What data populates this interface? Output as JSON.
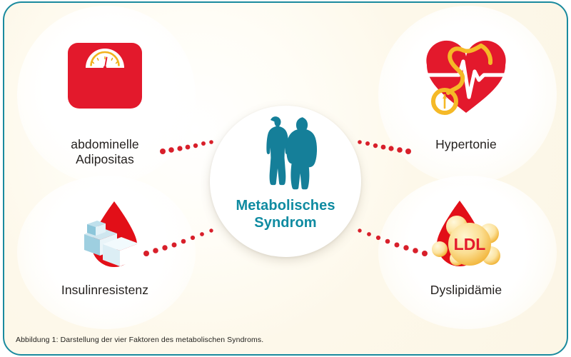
{
  "figure": {
    "caption": "Abbildung 1: Darstellung der vier Faktoren des metabolischen Syndroms."
  },
  "center": {
    "title_line1": "Metabolisches",
    "title_line2": "Syndrom",
    "icon": "overweight-couple-silhouette-icon"
  },
  "factors": [
    {
      "id": "abdominal-obesity",
      "position": "top-left",
      "label_line1": "abdominelle",
      "label_line2": "Adipositas",
      "icon": "bathroom-scale-icon"
    },
    {
      "id": "hypertension",
      "position": "top-right",
      "label_line1": "Hypertonie",
      "label_line2": "",
      "icon": "heart-with-stethoscope-icon"
    },
    {
      "id": "insulin-resistance",
      "position": "bottom-left",
      "label_line1": "Insulinresistenz",
      "label_line2": "",
      "icon": "blood-drop-with-sugar-cubes-icon"
    },
    {
      "id": "dyslipidemia",
      "position": "bottom-right",
      "label_line1": "Dyslipidämie",
      "label_line2": "",
      "icon": "blood-drop-with-ldl-molecule-icon"
    }
  ],
  "ldl_badge": "LDL",
  "colors": {
    "accent_red": "#E3192C",
    "deep_red": "#D10A1E",
    "teal": "#0F8BA1",
    "teal_border": "#1A8A9E",
    "gold": "#F5B927",
    "cream_bg": "#FCF6E6",
    "dot_red": "#D81F2A",
    "label_text": "#231F1D"
  }
}
